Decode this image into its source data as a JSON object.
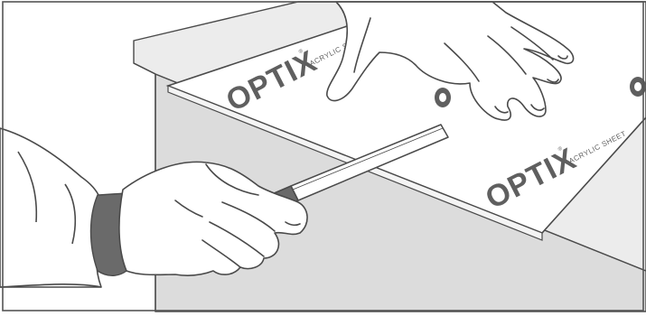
{
  "illustration": {
    "sheet_label_1": {
      "brand": "OPTIX",
      "registered": "®",
      "tagline": "ACRYLIC SHEET"
    },
    "sheet_label_2": {
      "brand": "OPTIX",
      "registered": "®",
      "tagline": "ACRYLIC SHEET"
    },
    "colors": {
      "outline": "#4a4a4a",
      "frame": "#555555",
      "table_side": "#dcdcdc",
      "table_top": "#ececec",
      "sheet": "#ffffff",
      "brand_fill": "#5f5f5f",
      "tool_tip": "#6a6a6a",
      "skin": "#ffffff"
    }
  }
}
